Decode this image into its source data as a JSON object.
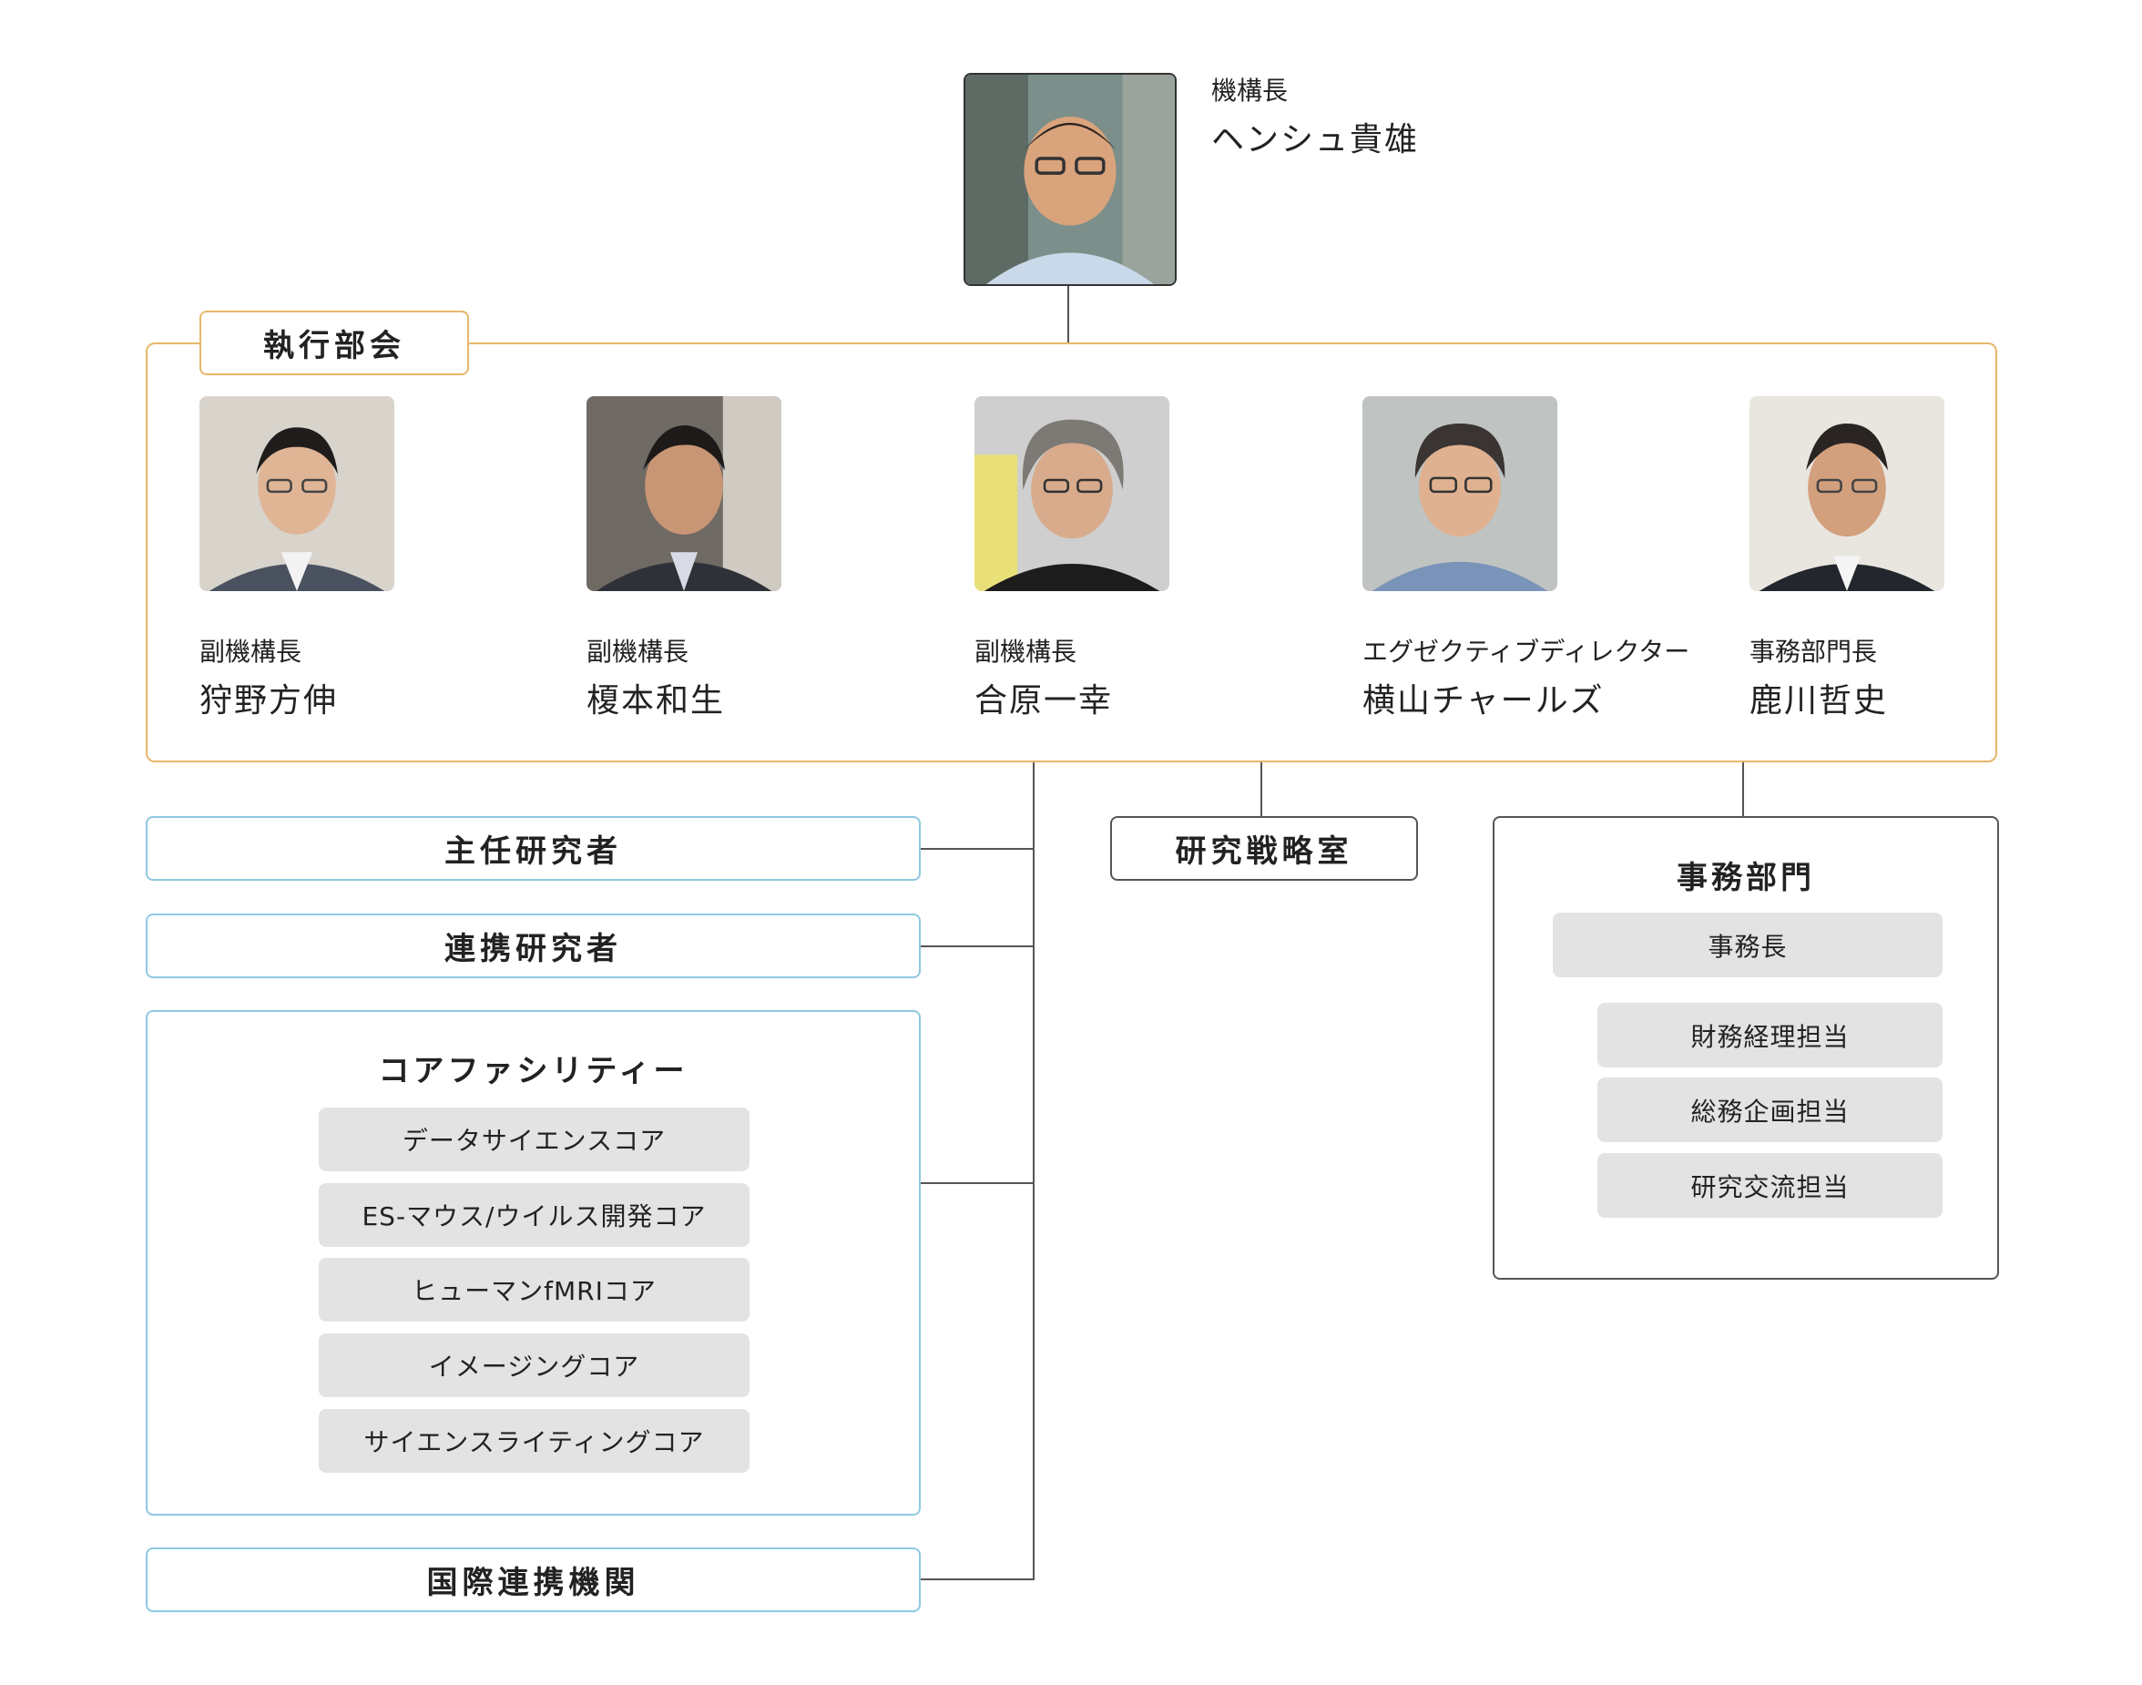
{
  "director": {
    "role": "機構長",
    "name": "ヘンシュ貴雄"
  },
  "executive": {
    "title": "執行部会",
    "members": [
      {
        "role": "副機構長",
        "name": "狩野方伸"
      },
      {
        "role": "副機構長",
        "name": "榎本和生"
      },
      {
        "role": "副機構長",
        "name": "合原一幸"
      },
      {
        "role": "エグゼクティブディレクター",
        "name": "横山チャールズ"
      },
      {
        "role": "事務部門長",
        "name": "鹿川哲史"
      }
    ]
  },
  "pi": {
    "title": "主任研究者"
  },
  "affiliated": {
    "title": "連携研究者"
  },
  "core": {
    "title": "コアファシリティー",
    "items": [
      "データサイエンスコア",
      "ES-マウス/ウイルス開発コア",
      "ヒューマンfMRIコア",
      "イメージングコア",
      "サイエンスライティングコア"
    ]
  },
  "international": {
    "title": "国際連携機関"
  },
  "strategy": {
    "title": "研究戦略室"
  },
  "admin": {
    "title": "事務部門",
    "head": "事務長",
    "items": [
      "財務経理担当",
      "総務企画担当",
      "研究交流担当"
    ]
  },
  "colors": {
    "exec_border": "#e6b86a",
    "blue_border": "#8ec9e0",
    "grey_border": "#555555",
    "sub_fill": "#e3e3e3"
  }
}
